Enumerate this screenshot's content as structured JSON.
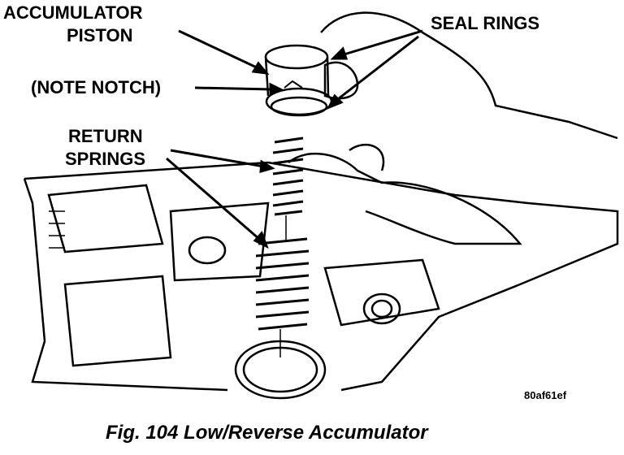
{
  "labels": {
    "accumulator_piston_line1": "ACCUMULATOR",
    "accumulator_piston_line2": "PISTON",
    "seal_rings": "SEAL RINGS",
    "note_notch": "(NOTE NOTCH)",
    "return_springs_line1": "RETURN",
    "return_springs_line2": "SPRINGS"
  },
  "image_code": "80af61ef",
  "caption": "Fig. 104 Low/Reverse Accumulator"
}
